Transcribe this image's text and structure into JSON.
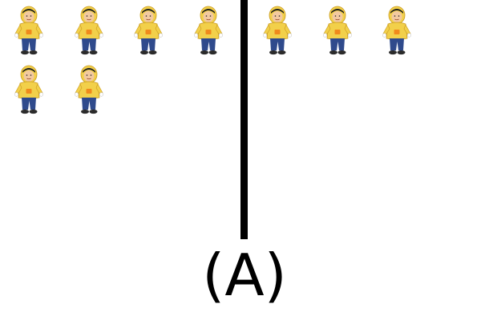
{
  "caption": "(A)",
  "colors": {
    "divider": "#000000",
    "raincoat": "#f2d04a",
    "raincoat_shade": "#d9b02a",
    "pocket": "#f08a1c",
    "pants": "#2f4a8c",
    "shoes": "#2b2b2b",
    "skin": "#f2c9a0",
    "hair": "#1f1f1f"
  },
  "figure_icon": "child-in-yellow-raincoat",
  "left_group": {
    "count": 6
  },
  "right_group": {
    "count": 3
  }
}
